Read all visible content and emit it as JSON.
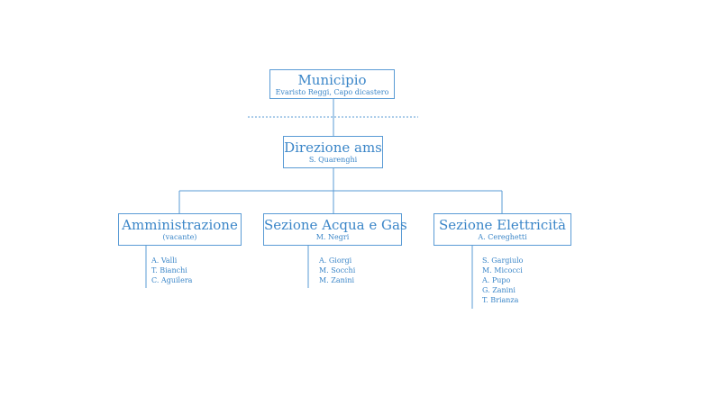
{
  "diagram": {
    "root": {
      "title": "Municipio",
      "subtitle": "Evaristo Reggi, Capo dicastero"
    },
    "direction": {
      "title": "Direzione ams",
      "subtitle": "S. Quarenghi"
    },
    "sections": [
      {
        "title": "Amministrazione",
        "subtitle": "(vacante)",
        "members": [
          "A. Valli",
          "T. Bianchi",
          "C. Aguilera"
        ]
      },
      {
        "title": "Sezione Acqua e Gas",
        "subtitle": "M. Negri",
        "members": [
          "A. Giorgi",
          "M. Socchi",
          "M. Zanini"
        ]
      },
      {
        "title": "Sezione Elettricità",
        "subtitle": "A. Cereghetti",
        "members": [
          "S. Gargiulo",
          "M. Micocci",
          "A. Pupo",
          "G. Zanini",
          "T. Brianza"
        ]
      }
    ]
  },
  "colors": {
    "line": "#5a9bd5",
    "text": "#3b86c8"
  }
}
